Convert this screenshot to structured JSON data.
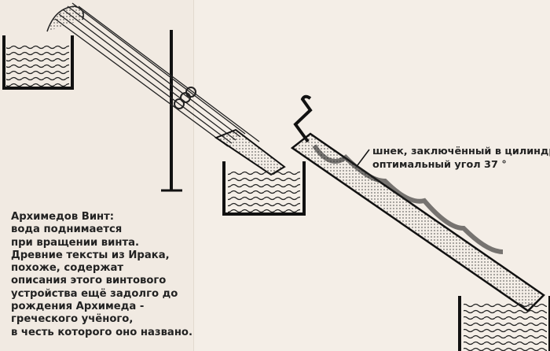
{
  "caption": {
    "lines": [
      "Архимедов Винт:",
      "вода поднимается",
      "при вращении винта.",
      "Древние тексты из Ирака,",
      "похоже, содержат",
      "описания этого винтового",
      "устройства ещё задолго до",
      "рождения Архимеда -",
      "греческого учёного,",
      "в честь которого оно названо."
    ]
  },
  "screw_label": {
    "lines": [
      "шнек, заключённый в цилиндр;",
      "оптимальный угол 37 °"
    ]
  }
}
